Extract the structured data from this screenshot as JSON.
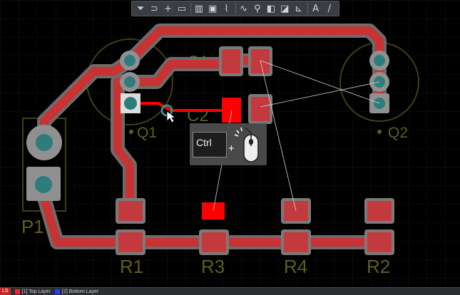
{
  "toolbar": {
    "tools": [
      {
        "icon": "filter-icon",
        "glyph": "⏷"
      },
      {
        "icon": "route-icon",
        "glyph": "⊃"
      },
      {
        "icon": "crosshair-icon",
        "glyph": "+"
      },
      {
        "icon": "select-rect-icon",
        "glyph": "▭"
      },
      {
        "icon": "align-icon",
        "glyph": "▥"
      },
      {
        "icon": "component-icon",
        "glyph": "▣"
      },
      {
        "icon": "interactive-route-icon",
        "glyph": "⌇"
      },
      {
        "icon": "diff-pair-icon",
        "glyph": "∿"
      },
      {
        "icon": "place-via-icon",
        "glyph": "⚲"
      },
      {
        "icon": "place-pad-icon",
        "glyph": "◧"
      },
      {
        "icon": "place-region-icon",
        "glyph": "◪"
      },
      {
        "icon": "dimension-icon",
        "glyph": "⊾"
      },
      {
        "icon": "text-icon",
        "glyph": "A"
      },
      {
        "icon": "line-icon",
        "glyph": "/"
      }
    ]
  },
  "designators": {
    "q1": "Q1",
    "q2": "Q2",
    "c1": "C1",
    "c2": "C2",
    "r1": "R1",
    "r2": "R2",
    "r3": "R3",
    "r4": "R4",
    "p1": "P1"
  },
  "hint": {
    "key": "Ctrl",
    "plus": "+"
  },
  "statusbar": {
    "ls": "LS",
    "layers": [
      {
        "label": "[1] Top Layer",
        "color": "#ff2020"
      },
      {
        "label": "[2] Bottom Layer",
        "color": "#2040ff"
      }
    ]
  },
  "colors": {
    "track": "#c83232",
    "outline": "#6c6c6c",
    "pad": "#c33a3e",
    "via": "#2f7c7c",
    "silk": "#5c5c1c",
    "active": "#ff0000"
  }
}
